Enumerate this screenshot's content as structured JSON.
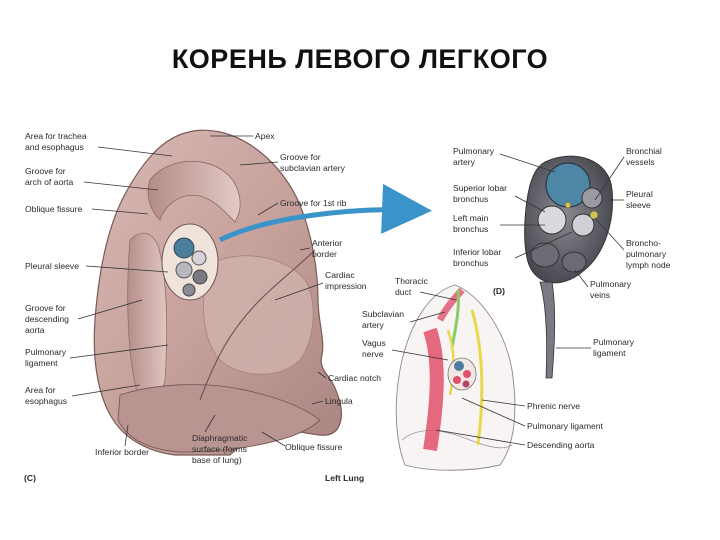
{
  "title": "КОРЕНЬ ЛЕВОГО ЛЕГКОГО",
  "panel_c": {
    "tag": "(C)",
    "caption": "Left Lung",
    "labels": {
      "trachea_1": "Area for trachea",
      "trachea_2": "and esophagus",
      "aortic_1": "Groove for",
      "aortic_2": "arch of aorta",
      "oblique_fissure": "Oblique fissure",
      "pleural_sleeve": "Pleural sleeve",
      "desc_1": "Groove for",
      "desc_2": "descending",
      "desc_3": "aorta",
      "pulm_lig_1": "Pulmonary",
      "pulm_lig_2": "ligament",
      "esoph_1": "Area for",
      "esoph_2": "esophagus",
      "inferior_border": "Inferior border",
      "diaph_1": "Diaphragmatic",
      "diaph_2": "surface (forms",
      "diaph_3": "base of lung)",
      "oblique_fissure_2": "Oblique fissure",
      "apex": "Apex",
      "subcl_1": "Groove for",
      "subcl_2": "subclavian artery",
      "first_rib": "Groove for 1st rib",
      "ant_1": "Anterior",
      "ant_2": "border",
      "card_1": "Cardiac",
      "card_2": "impression",
      "cardiac_notch": "Cardiac notch",
      "lingula": "Lingula"
    }
  },
  "panel_d": {
    "tag": "(D)",
    "labels": {
      "pa_1": "Pulmonary",
      "pa_2": "artery",
      "sup_1": "Superior lobar",
      "sup_2": "bronchus",
      "main_1": "Left main",
      "main_2": "bronchus",
      "inf_1": "Inferior lobar",
      "inf_2": "bronchus",
      "bv_1": "Bronchial",
      "bv_2": "vessels",
      "ps_1": "Pleural",
      "ps_2": "sleeve",
      "bp_1": "Broncho-",
      "bp_2": "pulmonary",
      "bp_3": "lymph node",
      "pv_1": "Pulmonary",
      "pv_2": "veins",
      "pl_1": "Pulmonary",
      "pl_2": "ligament"
    }
  },
  "panel_e": {
    "labels": {
      "td_1": "Thoracic",
      "td_2": "duct",
      "sa_1": "Subclavian",
      "sa_2": "artery",
      "vn_1": "Vagus",
      "vn_2": "nerve",
      "phrenic": "Phrenic nerve",
      "pulm_lig": "Pulmonary ligament",
      "desc_aorta": "Descending aorta"
    }
  },
  "colors": {
    "lung_tissue": "#c9a7a2",
    "vessel_blue": "#5a8aa6",
    "aorta_red": "#e0506a",
    "nerve_yellow": "#e8d84a",
    "arrow_blue": "#3a93c9"
  }
}
